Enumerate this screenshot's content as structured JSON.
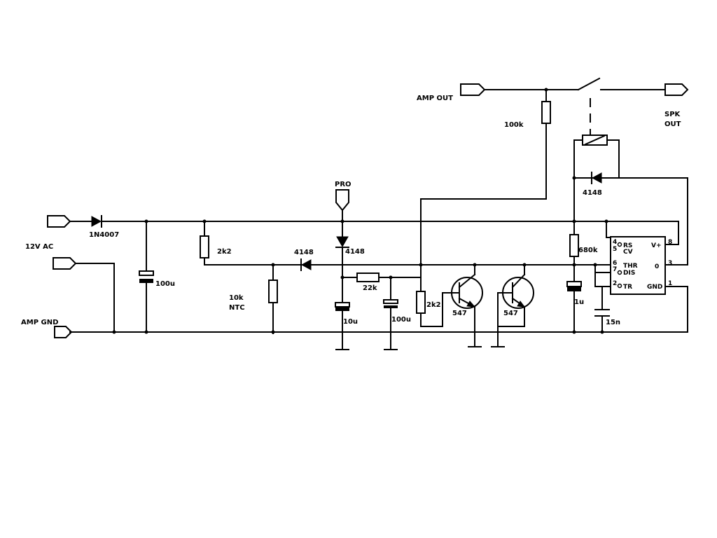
{
  "terminals": {
    "amp_out": "AMP OUT",
    "spk_out_line1": "SPK",
    "spk_out_line2": "OUT",
    "supply": "12V AC",
    "amp_gnd": "AMP GND",
    "pro": "PRO"
  },
  "components": {
    "r_100k": "100k",
    "d_1n4007": "1N4007",
    "c_100u_left": "100u",
    "r_2k2_top": "2k2",
    "r_ntc_line1": "10k",
    "r_ntc_line2": "NTC",
    "d_4148_mid": "4148",
    "d_4148_pro": "4148",
    "c_10u": "10u",
    "r_22k": "22k",
    "c_100u_mid": "100u",
    "r_2k2_base": "2k2",
    "q1": "547",
    "q2": "547",
    "d_4148_relay": "4148",
    "r_680k": "680k",
    "c_1u": "1u",
    "c_15n": "15n"
  },
  "ic": {
    "pins_left": [
      {
        "num": "4",
        "name": "RS"
      },
      {
        "num": "5",
        "name": "CV"
      },
      {
        "num": "6",
        "name": "THR"
      },
      {
        "num": "7",
        "name": "DIS"
      },
      {
        "num": "2",
        "name": "TR"
      }
    ],
    "pins_right": [
      {
        "num": "8",
        "name": "V+"
      },
      {
        "num": "3",
        "name": "0"
      },
      {
        "num": "1",
        "name": "GND"
      }
    ]
  }
}
